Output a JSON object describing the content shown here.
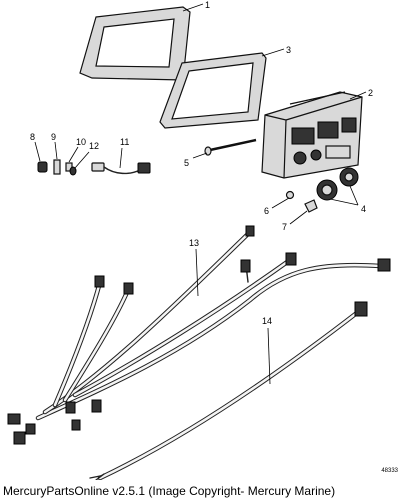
{
  "diagram": {
    "callouts": [
      "1",
      "2",
      "3",
      "4",
      "5",
      "6",
      "7",
      "8",
      "9",
      "10",
      "11",
      "12",
      "13",
      "14"
    ]
  },
  "footer": {
    "text": "MercuryPartsOnline v2.5.1 (Image Copyright- Mercury Marine)"
  },
  "reference_number": "48333"
}
